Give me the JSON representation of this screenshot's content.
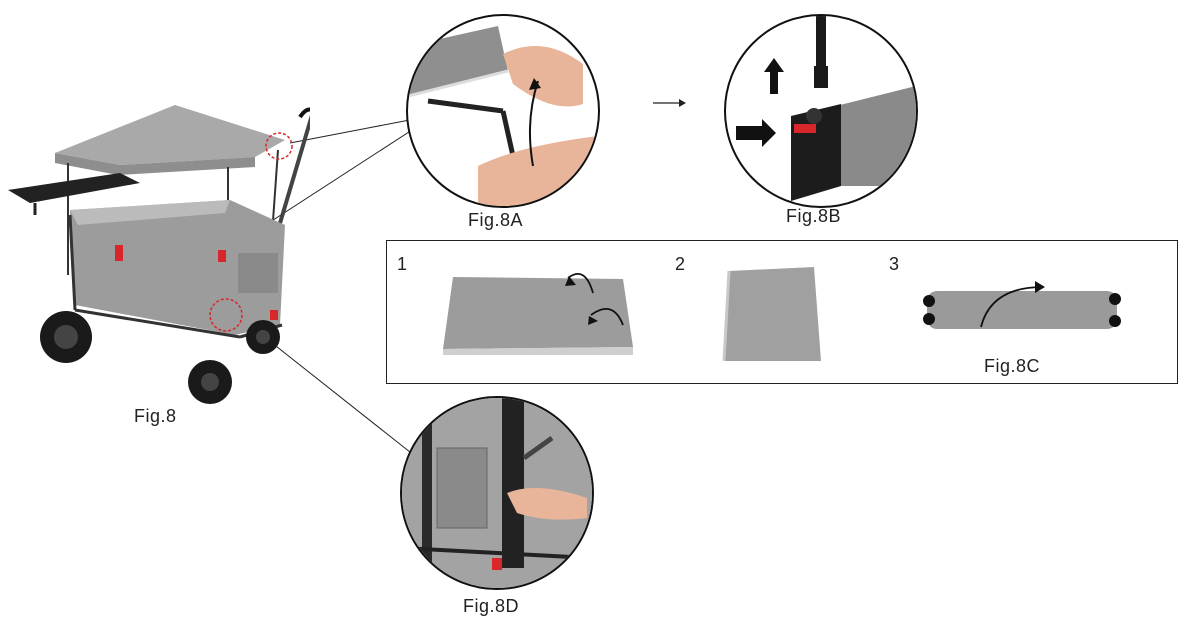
{
  "figures": {
    "fig8": "Fig.8",
    "fig8a": "Fig.8A",
    "fig8b": "Fig.8B",
    "fig8c": "Fig.8C",
    "fig8d": "Fig.8D"
  },
  "steps": [
    "1",
    "2",
    "3"
  ],
  "colors": {
    "fabric": "#9a9a9a",
    "fabric_dark": "#7c7c7c",
    "frame": "#2a2a2a",
    "accent_red": "#d8262b",
    "line": "#222222"
  }
}
